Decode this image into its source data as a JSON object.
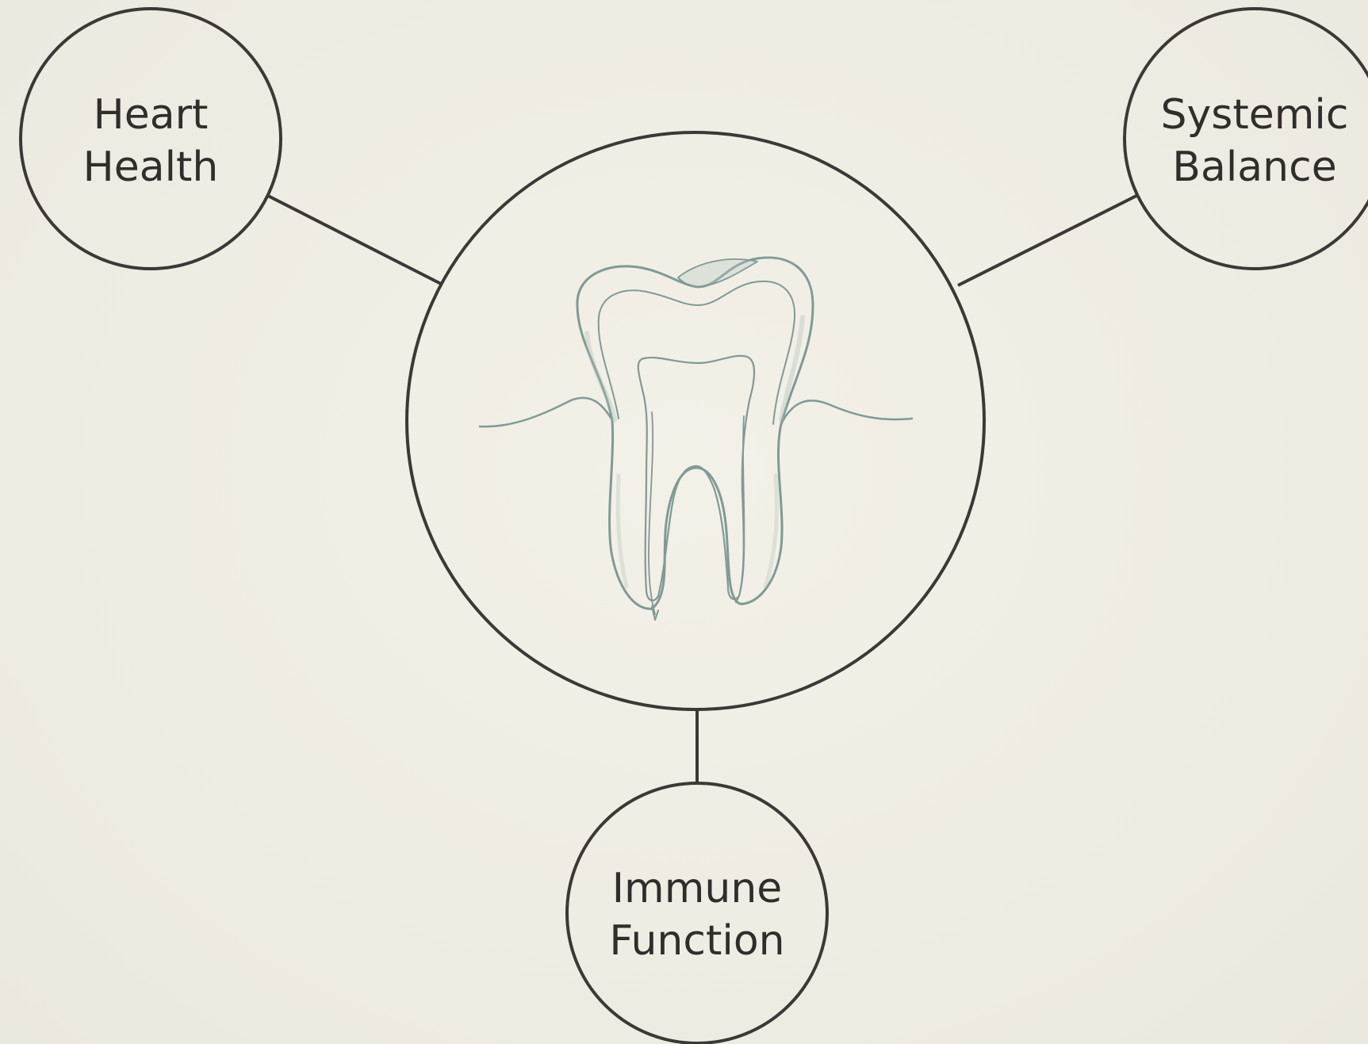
{
  "nodes": {
    "heart": {
      "line1": "Heart",
      "line2": "Health"
    },
    "systemic": {
      "line1": "Systemic",
      "line2": "Balance"
    },
    "immune": {
      "line1": "Immune",
      "line2": "Function"
    }
  },
  "center": {
    "icon": "tooth-icon"
  },
  "colors": {
    "background": "#f0ede4",
    "stroke": "#3a3935",
    "text": "#2f2e2b",
    "tooth_line": "#7f9a95"
  }
}
